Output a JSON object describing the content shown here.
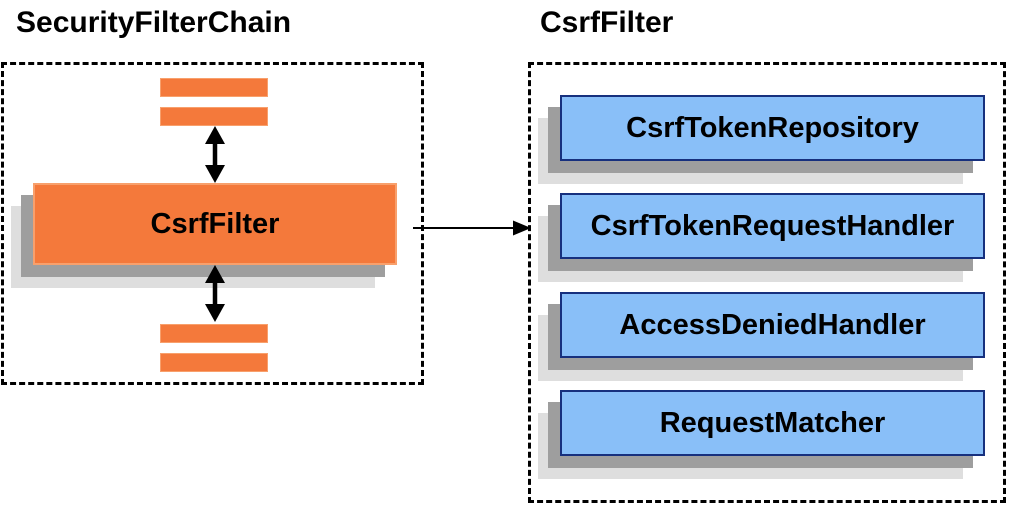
{
  "diagram": {
    "left_panel": {
      "title": "SecurityFilterChain",
      "csrf_filter_label": "CsrfFilter",
      "placeholder_bars_above": 2,
      "placeholder_bars_below": 2
    },
    "right_panel": {
      "title": "CsrfFilter",
      "components": [
        {
          "label": "CsrfTokenRepository"
        },
        {
          "label": "CsrfTokenRequestHandler"
        },
        {
          "label": "AccessDeniedHandler"
        },
        {
          "label": "RequestMatcher"
        }
      ]
    },
    "icons": {
      "vertical_connector": "up-down-arrow",
      "panel_connector": "arrow-right"
    },
    "colors": {
      "orange_fill": "#F4793B",
      "orange_border": "#F8A06C",
      "blue_fill": "#89BFF8",
      "blue_border": "#17307E",
      "shadow_dark": "#9E9E9E",
      "shadow_light": "#DEDEDE",
      "arrow": "#000000"
    }
  }
}
